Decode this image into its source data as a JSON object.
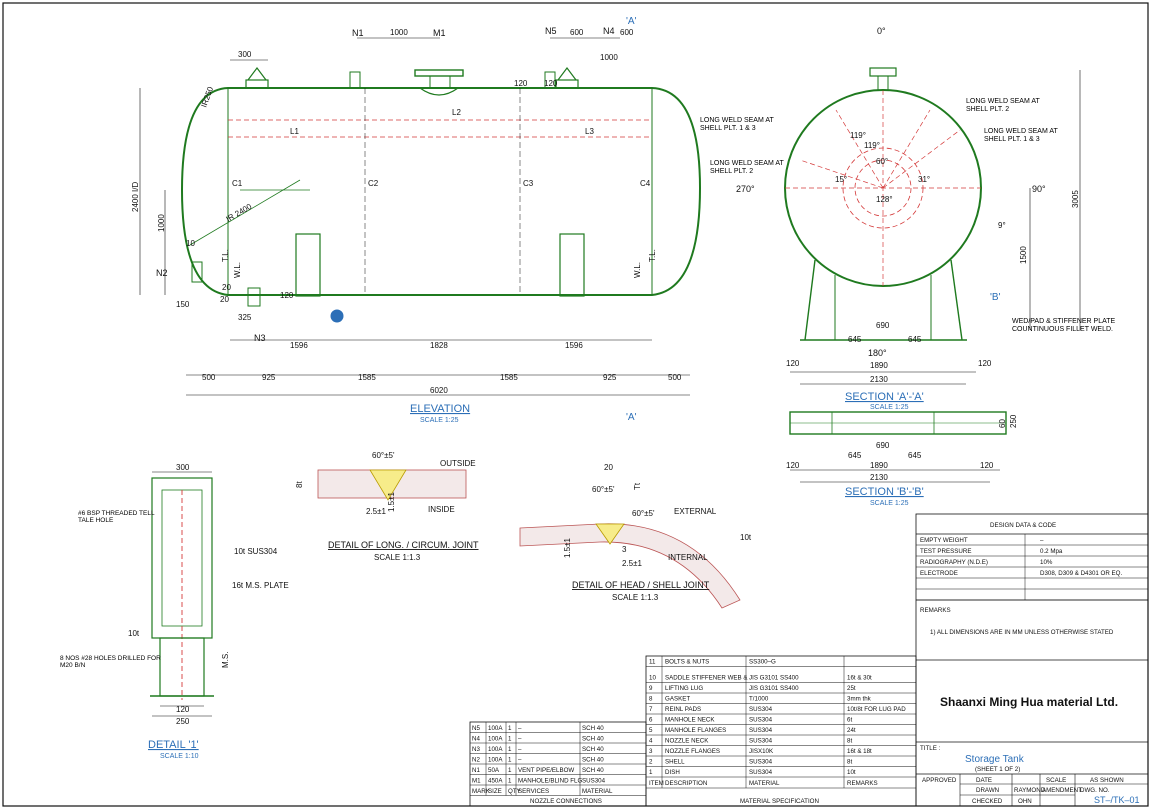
{
  "elevation": {
    "title": "ELEVATION",
    "scale": "SCALE 1:25",
    "section_mark": "'A'",
    "nozzle_marks": [
      "N1",
      "M1",
      "N5",
      "N4",
      "N2",
      "N3"
    ],
    "top_dims": [
      "300",
      "1000",
      "600",
      "600",
      "1000",
      "120"
    ],
    "labels": [
      "L1",
      "L2",
      "L3",
      "C1",
      "C2",
      "C3",
      "C4",
      "IR 2400",
      "10",
      "W.L.",
      "T.L.",
      "W.L.",
      "T.L.",
      "IR250",
      "120",
      "2400 I/D",
      "1000",
      "150",
      "20",
      "325",
      "20",
      "120"
    ],
    "bottom_dims_row1": [
      "1596",
      "1828",
      "1596"
    ],
    "bottom_dims_row2": [
      "500",
      "925",
      "1585",
      "1585",
      "925",
      "500"
    ],
    "overall": "6020",
    "detail_ref": "1"
  },
  "section_aa": {
    "title": "SECTION 'A'-'A'",
    "scale": "SCALE 1:25",
    "angle_top": "0°",
    "angle_left": "270°",
    "angle_right": "90°",
    "angle_bottom": "180°",
    "angles": [
      "119°",
      "119°",
      "60°",
      "15°",
      "31°",
      "128°",
      "9°"
    ],
    "notes": [
      "LONG WELD SEAM AT SHELL PLT. 1 & 3",
      "LONG WELD SEAM AT SHELL PLT. 2",
      "LONG WELD SEAM AT SHELL PLT. 2",
      "LONG WELD SEAM AT SHELL PLT. 1 & 3",
      "WED/PAD & STIFFENER PLATE COUNTINUOUS FILLET WELD."
    ],
    "dims": [
      "3005",
      "1500",
      "690",
      "645",
      "645",
      "1890",
      "2130",
      "120",
      "120"
    ],
    "section_mark": "'B'"
  },
  "section_bb": {
    "title": "SECTION 'B'-'B'",
    "scale": "SCALE 1:25",
    "dims": [
      "690",
      "645",
      "645",
      "1890",
      "2130",
      "120",
      "120",
      "250",
      "60"
    ]
  },
  "detail_1": {
    "title": "DETAIL '1'",
    "scale": "SCALE 1:10",
    "dims": [
      "300",
      "120",
      "250",
      "M.S."
    ],
    "notes": [
      "#6 BSP THREADED TELL TALE HOLE",
      "10t SUS304",
      "16t M.S. PLATE",
      "8 NOS #28 HOLES DRILLED FOR M20 B/N",
      "10t"
    ]
  },
  "detail_long": {
    "title": "DETAIL OF LONG. / CIRCUM. JOINT",
    "scale": "SCALE 1:1.3",
    "labels": [
      "60°±5'",
      "OUTSIDE",
      "INSIDE",
      "8t",
      "2.5±1",
      "1.5±1"
    ]
  },
  "detail_head": {
    "title": "DETAIL OF HEAD / SHELL JOINT",
    "scale": "SCALE 1:1.3",
    "labels": [
      "20",
      "60°±5'",
      "60°±5'",
      "EXTERNAL",
      "INTERNAL",
      "10t",
      "3",
      "2.5±1",
      "1.5±1",
      "Tt"
    ]
  },
  "nozzle_table": {
    "headers": [
      "MARK",
      "SIZE",
      "QTY",
      "SERVICES",
      "MATERIAL"
    ],
    "rows": [
      [
        "N5",
        "100A",
        "1",
        "–",
        "SCH 40"
      ],
      [
        "N4",
        "100A",
        "1",
        "–",
        "SCH 40"
      ],
      [
        "N3",
        "100A",
        "1",
        "–",
        "SCH 40"
      ],
      [
        "N2",
        "100A",
        "1",
        "–",
        "SCH 40"
      ],
      [
        "N1",
        "50A",
        "1",
        "VENT PIPE/ELBOW",
        "SCH 40"
      ],
      [
        "M1",
        "450A",
        "1",
        "MANHOLE/BLIND FLG",
        "SUS304"
      ]
    ],
    "title": "NOZZLE CONNECTIONS"
  },
  "material_table": {
    "headers": [
      "ITEM",
      "DESCRIPTION",
      "MATERIAL",
      "REMARKS"
    ],
    "rows": [
      [
        "11",
        "BOLTS & NUTS",
        "SS300–G",
        ""
      ],
      [
        "10",
        "SADDLE   STIFFENER WEB &",
        "JIS G3101 SS400",
        "16t & 30t"
      ],
      [
        "9",
        "LIFTING LUG",
        "JIS G3101 SS400",
        "25t"
      ],
      [
        "8",
        "GASKET",
        "T/1000",
        "3mm thk"
      ],
      [
        "7",
        "REINL PADS",
        "SUS304",
        "10t/8t FOR LUG PAD"
      ],
      [
        "6",
        "MANHOLE NECK",
        "SUS304",
        "6t"
      ],
      [
        "5",
        "MANHOLE FLANGES",
        "SUS304",
        "24t"
      ],
      [
        "4",
        "NOZZLE NECK",
        "SUS304",
        "8t"
      ],
      [
        "3",
        "NOZZLE FLANGES",
        "JISX10K",
        "16t & 18t"
      ],
      [
        "2",
        "SHELL",
        "SUS304",
        "8t"
      ],
      [
        "1",
        "DISH",
        "SUS304",
        "10t"
      ]
    ],
    "title": "MATERIAL SPECIFICATION"
  },
  "design_table": {
    "title": "DESIGN DATA & CODE",
    "rows": [
      [
        "EMPTY WEIGHT",
        "–"
      ],
      [
        "TEST PRESSURE",
        "0.2 Mpa"
      ],
      [
        "RADIOGRAPHY (N.D.E)",
        "10%"
      ],
      [
        "ELECTRODE",
        "D308, D309 & D4301 OR EQ."
      ],
      [
        "",
        ""
      ],
      [
        "",
        ""
      ]
    ],
    "remarks_title": "REMARKS",
    "remark": "1) ALL DIMENSIONS ARE IN MM UNLESS OTHERWISE STATED"
  },
  "title_block": {
    "company": "Shaanxi Ming Hua material Ltd.",
    "title_label": "TITLE :",
    "drawing_title": "Storage Tank",
    "sheet": "(SHEET 1 OF 2)",
    "approved": "APPROVED",
    "date": "DATE",
    "drawn": "DRAWN",
    "drawn_by": "RAYMOND",
    "checked": "CHECKED",
    "checked_by": "OHN",
    "scale_label": "SCALE",
    "scale_value": "AS SHOWN",
    "amendment": "AMENDMENT",
    "dwg_no_label": "DWG. NO.",
    "dwg_no": "ST–/TK–01"
  },
  "colors": {
    "green": "#1f7a1f",
    "red": "#d43a3a",
    "blue": "#2c6fb7",
    "line": "#111111"
  }
}
